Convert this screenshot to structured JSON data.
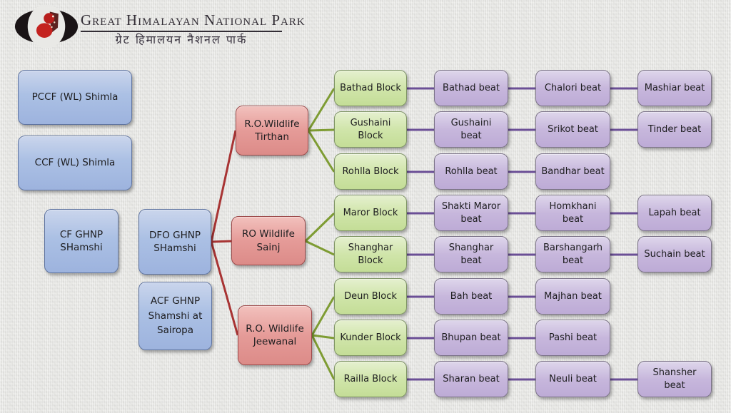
{
  "header": {
    "title_en": "Great Himalayan National Park",
    "title_hi": "ग्रेट हिमालयन नैशनल पार्क",
    "logo_icon": "tragopan-eye-logo"
  },
  "admin": {
    "pccf": "PCCF (WL) Shimla",
    "ccf": "CCF (WL) Shimla",
    "cf": "CF GHNP SHamshi",
    "dfo": "DFO GHNP SHamshi",
    "acf": "ACF GHNP Shamshi at Sairopa"
  },
  "ranges": [
    {
      "label": "R.O.Wildlife Tirthan",
      "blocks": [
        {
          "label": "Bathad Block",
          "beats": [
            "Bathad beat",
            "Chalori beat",
            "Mashiar beat"
          ]
        },
        {
          "label": "Gushaini Block",
          "beats": [
            "Gushaini beat",
            "Srikot beat",
            "Tinder beat"
          ]
        },
        {
          "label": "Rohlla Block",
          "beats": [
            "Rohlla beat",
            "Bandhar beat"
          ]
        }
      ]
    },
    {
      "label": "RO Wildlife Sainj",
      "blocks": [
        {
          "label": "Maror Block",
          "beats": [
            "Shakti Maror beat",
            "Homkhani beat",
            "Lapah beat"
          ]
        },
        {
          "label": "Shanghar Block",
          "beats": [
            "Shanghar beat",
            "Barshangarh beat",
            "Suchain beat"
          ]
        }
      ]
    },
    {
      "label": "R.O. Wildlife Jeewanal",
      "blocks": [
        {
          "label": "Deun Block",
          "beats": [
            "Bah beat",
            "Majhan beat"
          ]
        },
        {
          "label": "Kunder Block",
          "beats": [
            "Bhupan beat",
            "Pashi beat"
          ]
        },
        {
          "label": "Railla Block",
          "beats": [
            "Sharan beat",
            "Neuli beat",
            "Shansher beat"
          ]
        }
      ]
    }
  ],
  "colors": {
    "admin_box": "#abc0e4",
    "range_box": "#e59b98",
    "block_box": "#d0e5aa",
    "beat_box": "#c7b7dc",
    "range_line": "#a83434",
    "block_line": "#7e9c33",
    "beat_line": "#6b4f96",
    "background": "#e9e9e6"
  }
}
